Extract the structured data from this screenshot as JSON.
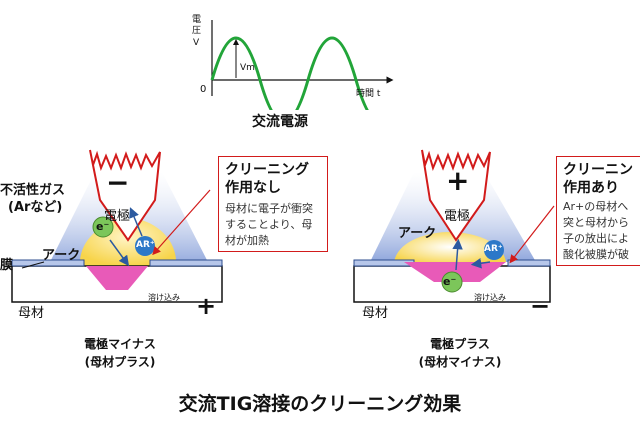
{
  "waveform": {
    "y_axis_label_1": "電",
    "y_axis_label_2": "圧",
    "y_axis_label_3": "V",
    "origin_label": "0",
    "amplitude_label": "Vm",
    "x_axis_label": "時間 t",
    "caption": "交流電源"
  },
  "left_panel": {
    "gas_label_line1": "不活性ガス",
    "gas_label_line2": "(Arなど)",
    "film_label": "膜",
    "electrode_sign": "−",
    "electrode_label": "電極",
    "arc_label": "アーク",
    "electron_label": "e⁻",
    "ion_label": "AR⁺",
    "base_label": "母材",
    "melt_label": "溶け込み",
    "base_sign": "+",
    "callout_title_line1": "クリーニング",
    "callout_title_line2": "作用なし",
    "callout_body_line1": "母材に電子が衝突",
    "callout_body_line2": "することより、母",
    "callout_body_line3": "材が加熱",
    "caption_line1": "電極マイナス",
    "caption_line2": "(母材プラス)"
  },
  "right_panel": {
    "electrode_sign": "+",
    "electrode_label": "電極",
    "arc_label": "アーク",
    "electron_label": "e⁻",
    "ion_label": "AR⁺",
    "base_label": "母材",
    "melt_label": "溶け込み",
    "base_sign": "−",
    "callout_title_line1": "クリーニン",
    "callout_title_line2": "作用あり",
    "callout_body_line1": "Ar+の母材へ",
    "callout_body_line2": "突と母材から",
    "callout_body_line3": "子の放出によ",
    "callout_body_line4": "酸化被膜が破",
    "caption_line1": "電極プラス",
    "caption_line2": "(母材マイナス)"
  },
  "main_title": "交流TIG溶接のクリーニング効果",
  "colors": {
    "sine": "#22a539",
    "gas_blue": "#8fa6dc",
    "arc_yellow": "#f7d44a",
    "melt_pink": "#e85ab8",
    "callout_border": "#d21b1b",
    "ion_blue": "#2c78c8",
    "electron_green": "#7cc65a",
    "arrow_blue": "#2c5aa0"
  }
}
